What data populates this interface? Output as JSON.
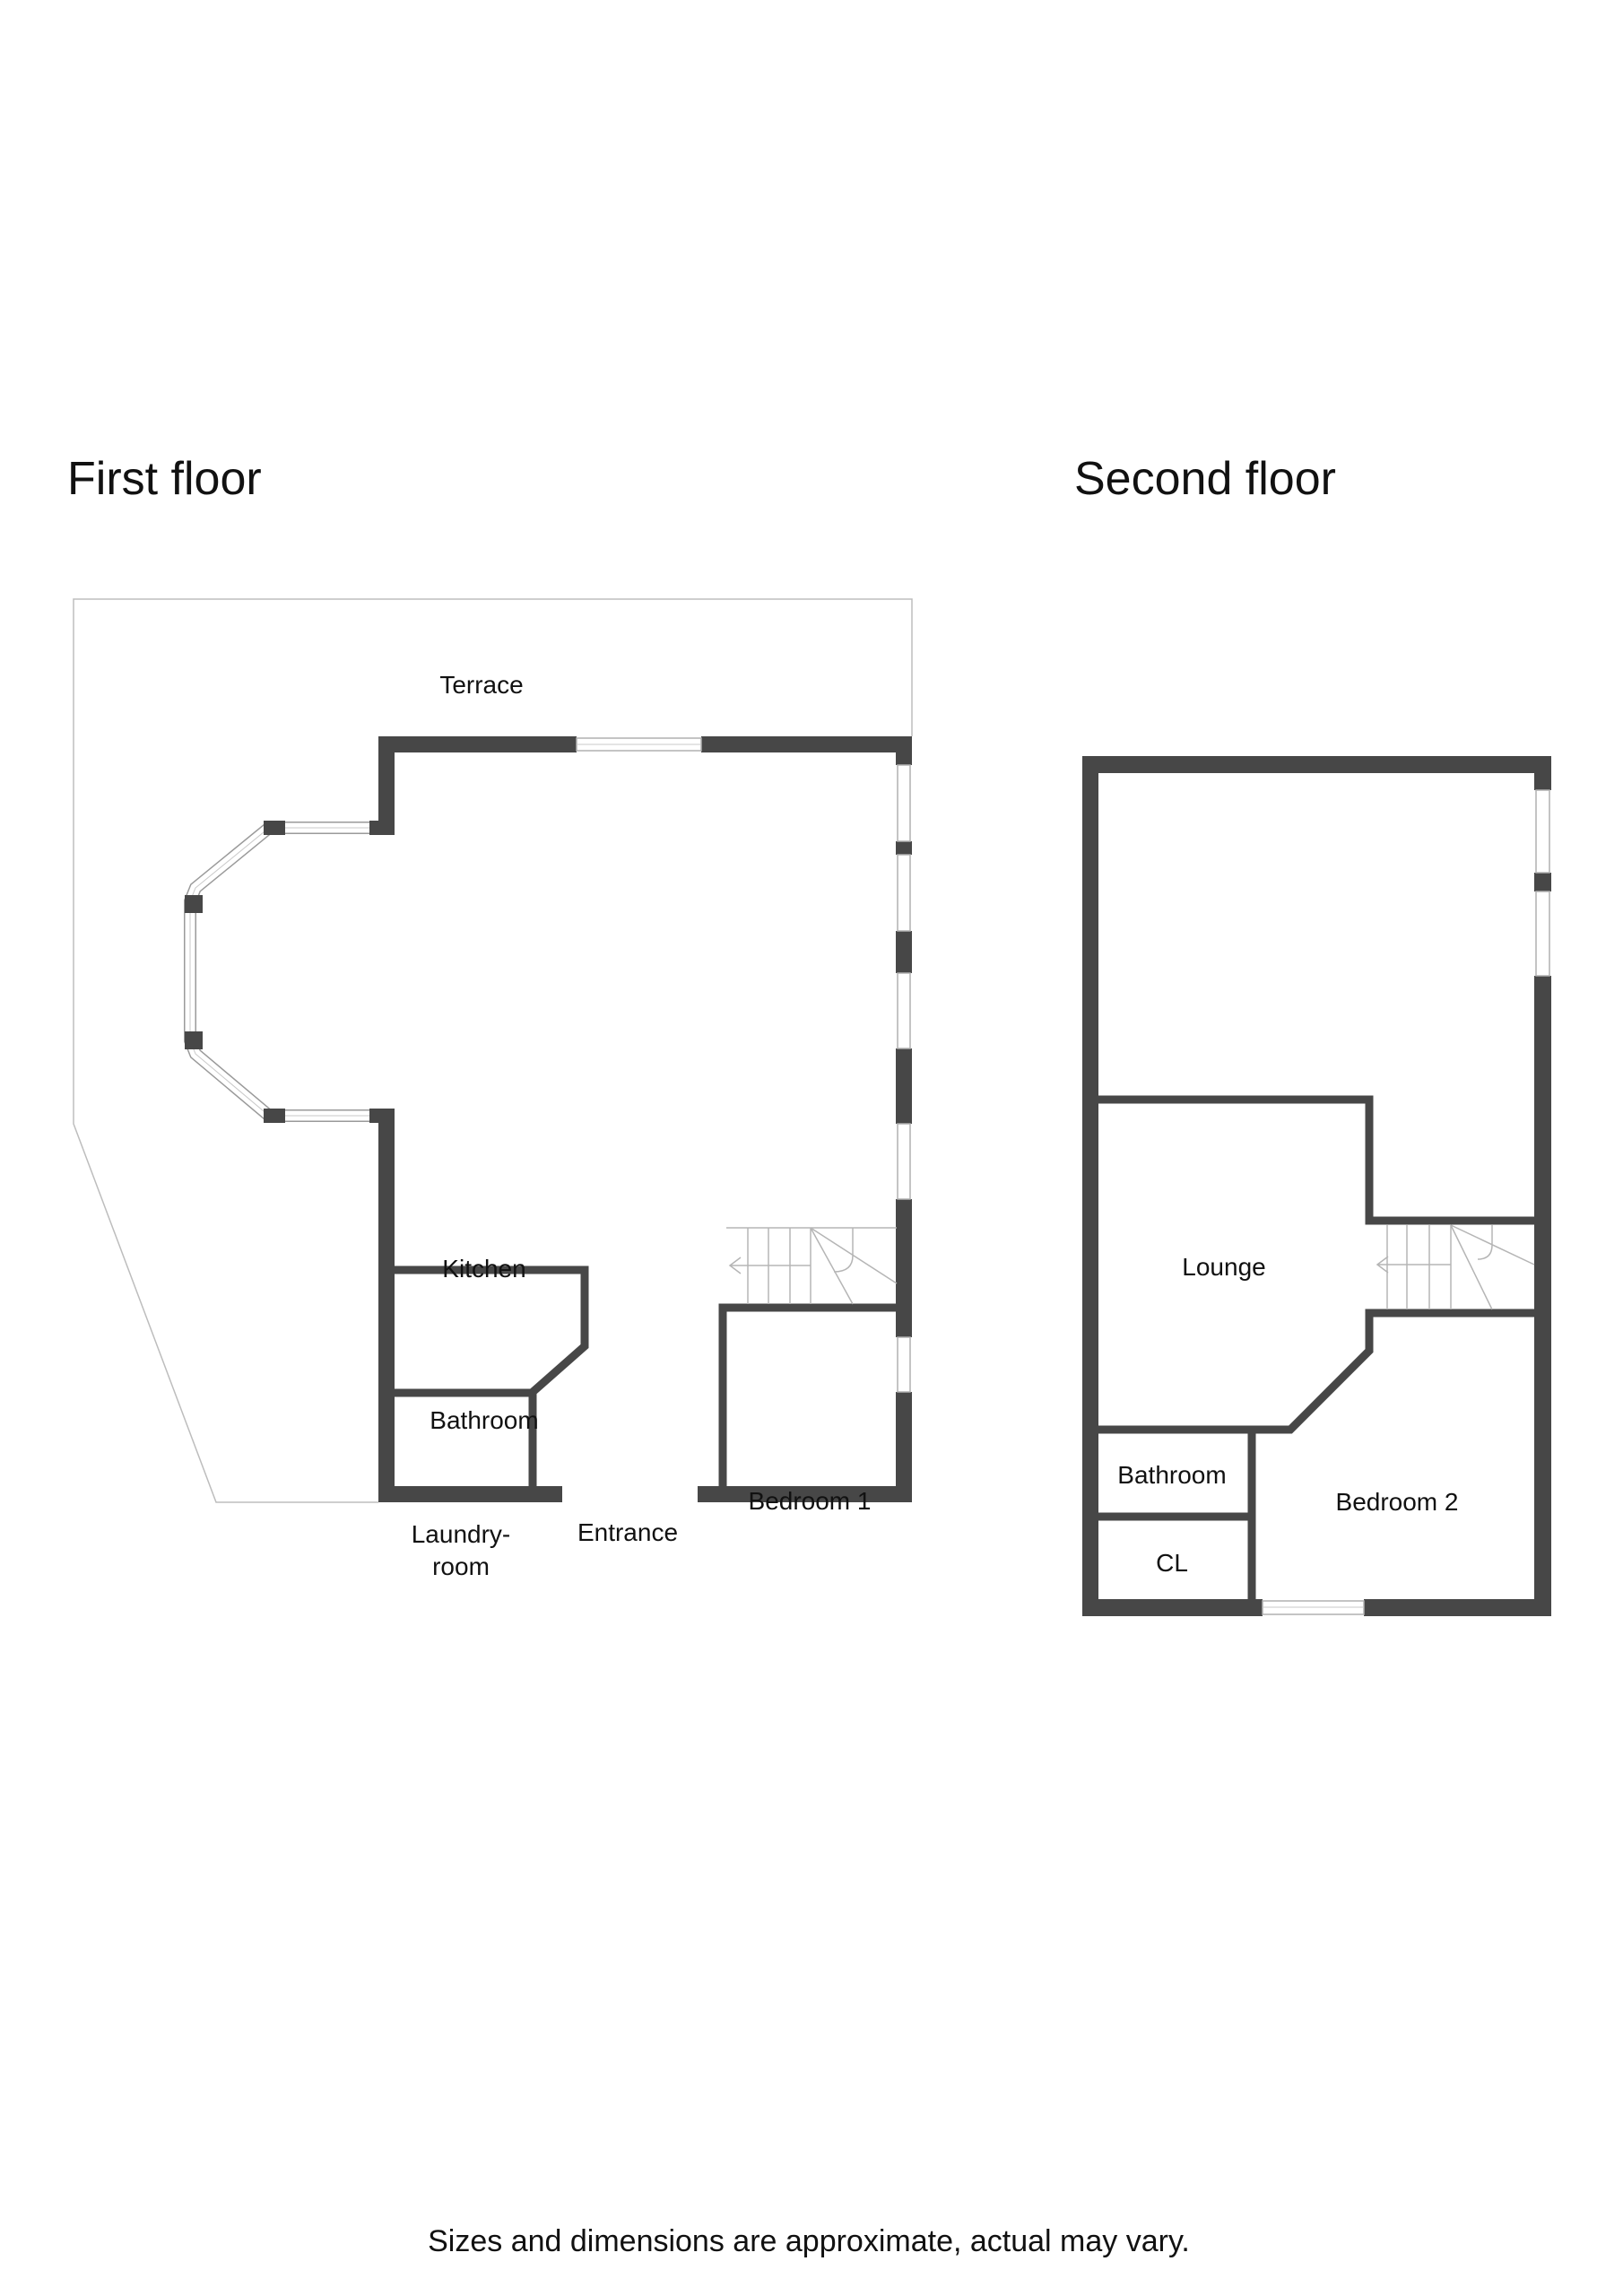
{
  "floors": {
    "first": {
      "title": "First floor",
      "rooms": {
        "terrace": "Terrace",
        "kitchen": "Kitchen",
        "bathroom": "Bathroom",
        "laundry_line1": "Laundry-",
        "laundry_line2": "room",
        "entrance": "Entrance",
        "bedroom1": "Bedroom 1"
      }
    },
    "second": {
      "title": "Second floor",
      "rooms": {
        "lounge": "Lounge",
        "bathroom": "Bathroom",
        "cl": "CL",
        "bedroom2": "Bedroom 2"
      }
    }
  },
  "footer": {
    "disclaimer": "Sizes and dimensions are approximate, actual may vary."
  },
  "colors": {
    "wall": "#474747",
    "window": "#b0b0b0"
  }
}
